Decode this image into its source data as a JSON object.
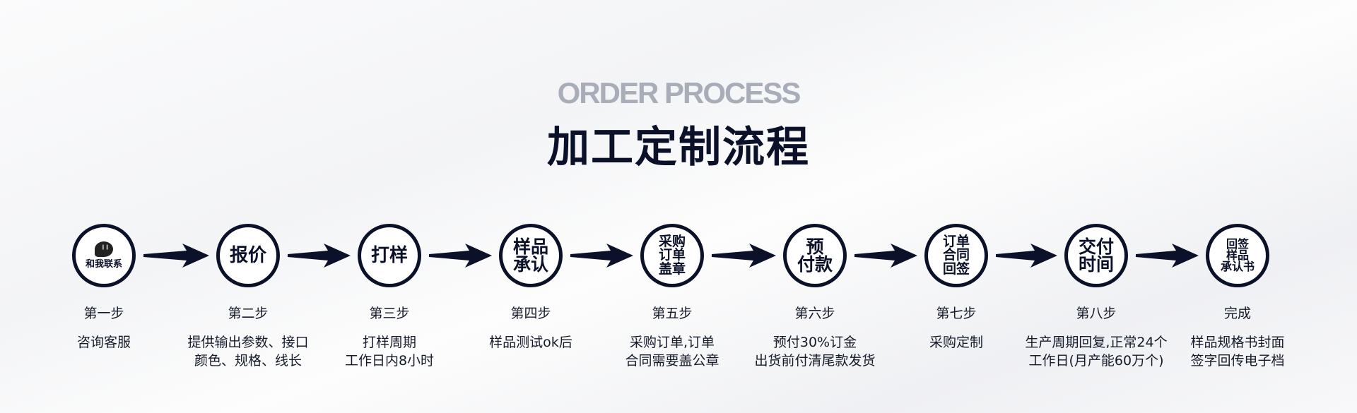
{
  "header": {
    "subtitle": "ORDER PROCESS",
    "title": "加工定制流程"
  },
  "colors": {
    "primary": "#0b1129",
    "subtitle": "#a9adb7"
  },
  "steps": [
    {
      "circle": [
        "和我联系"
      ],
      "icon": "chat-bubble-icon",
      "label": "第一步",
      "desc": [
        "咨询客服"
      ]
    },
    {
      "circle": [
        "报价"
      ],
      "label": "第二步",
      "desc": [
        "提供输出参数、接口",
        "颜色、规格、线长"
      ]
    },
    {
      "circle": [
        "打样"
      ],
      "label": "第三步",
      "desc": [
        "打样周期",
        "工作日内8小时"
      ]
    },
    {
      "circle": [
        "样品",
        "承认"
      ],
      "label": "第四步",
      "desc": [
        "样品测试ok后"
      ]
    },
    {
      "circle": [
        "采购",
        "订单",
        "盖章"
      ],
      "label": "第五步",
      "desc": [
        "采购订单,订单",
        "合同需要盖公章"
      ]
    },
    {
      "circle": [
        "预",
        "付款"
      ],
      "label": "第六步",
      "desc": [
        "预付30%订金",
        "出货前付清尾款发货"
      ]
    },
    {
      "circle": [
        "订单",
        "合同",
        "回签"
      ],
      "label": "第七步",
      "desc": [
        "采购定制"
      ]
    },
    {
      "circle": [
        "交付",
        "时间"
      ],
      "label": "第八步",
      "desc": [
        "生产周期回复,正常24个",
        "工作日(月产能60万个)"
      ]
    },
    {
      "circle": [
        "回签",
        "样品",
        "承认书"
      ],
      "label": "完成",
      "desc": [
        "样品规格书封面",
        "签字回传电子档"
      ]
    }
  ]
}
